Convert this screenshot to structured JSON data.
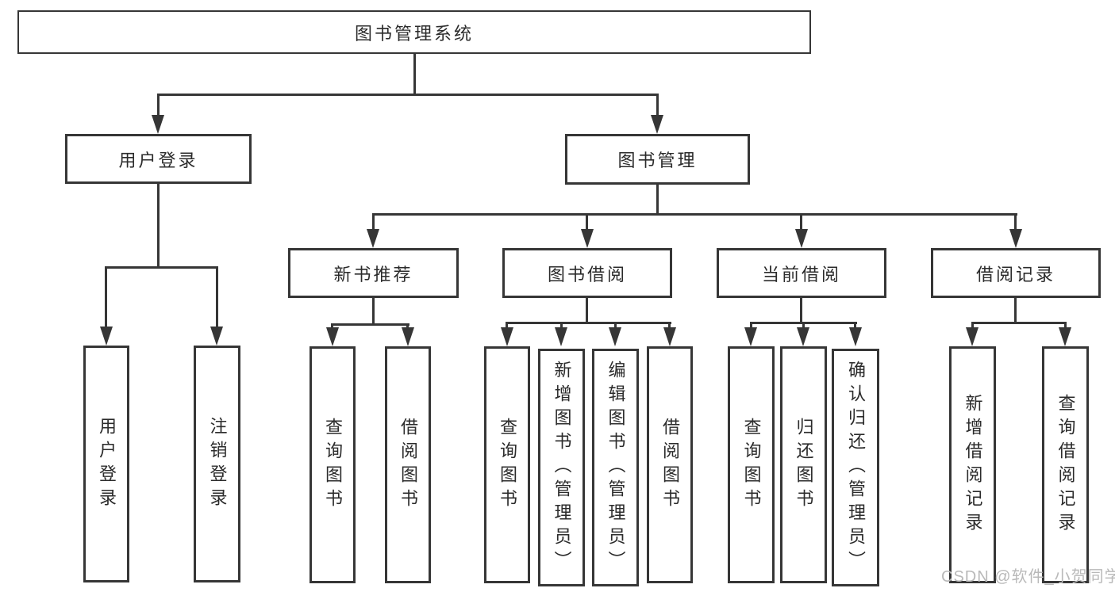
{
  "tree": {
    "label": "图书管理系统",
    "children": [
      {
        "label": "用户登录",
        "children": [
          {
            "label": "用户登录"
          },
          {
            "label": "注销登录"
          }
        ]
      },
      {
        "label": "图书管理",
        "children": [
          {
            "label": "新书推荐",
            "children": [
              {
                "label": "查询图书"
              },
              {
                "label": "借阅图书"
              }
            ]
          },
          {
            "label": "图书借阅",
            "children": [
              {
                "label": "查询图书"
              },
              {
                "label": "新增图书（管理员）"
              },
              {
                "label": "编辑图书（管理员）"
              },
              {
                "label": "借阅图书"
              }
            ]
          },
          {
            "label": "当前借阅",
            "children": [
              {
                "label": "查询图书"
              },
              {
                "label": "归还图书"
              },
              {
                "label": "确认归还（管理员）"
              }
            ]
          },
          {
            "label": "借阅记录",
            "children": [
              {
                "label": "新增借阅记录"
              },
              {
                "label": "查询借阅记录"
              }
            ]
          }
        ]
      }
    ]
  },
  "watermark": {
    "text": "CSDN @软件_小贺同学"
  },
  "colors": {
    "line": "#363636",
    "box_border": "#363636",
    "box_fill": "#ffffff",
    "text": "#2b2b2b",
    "watermark": "#b9b9b9",
    "background": "#ffffff"
  }
}
